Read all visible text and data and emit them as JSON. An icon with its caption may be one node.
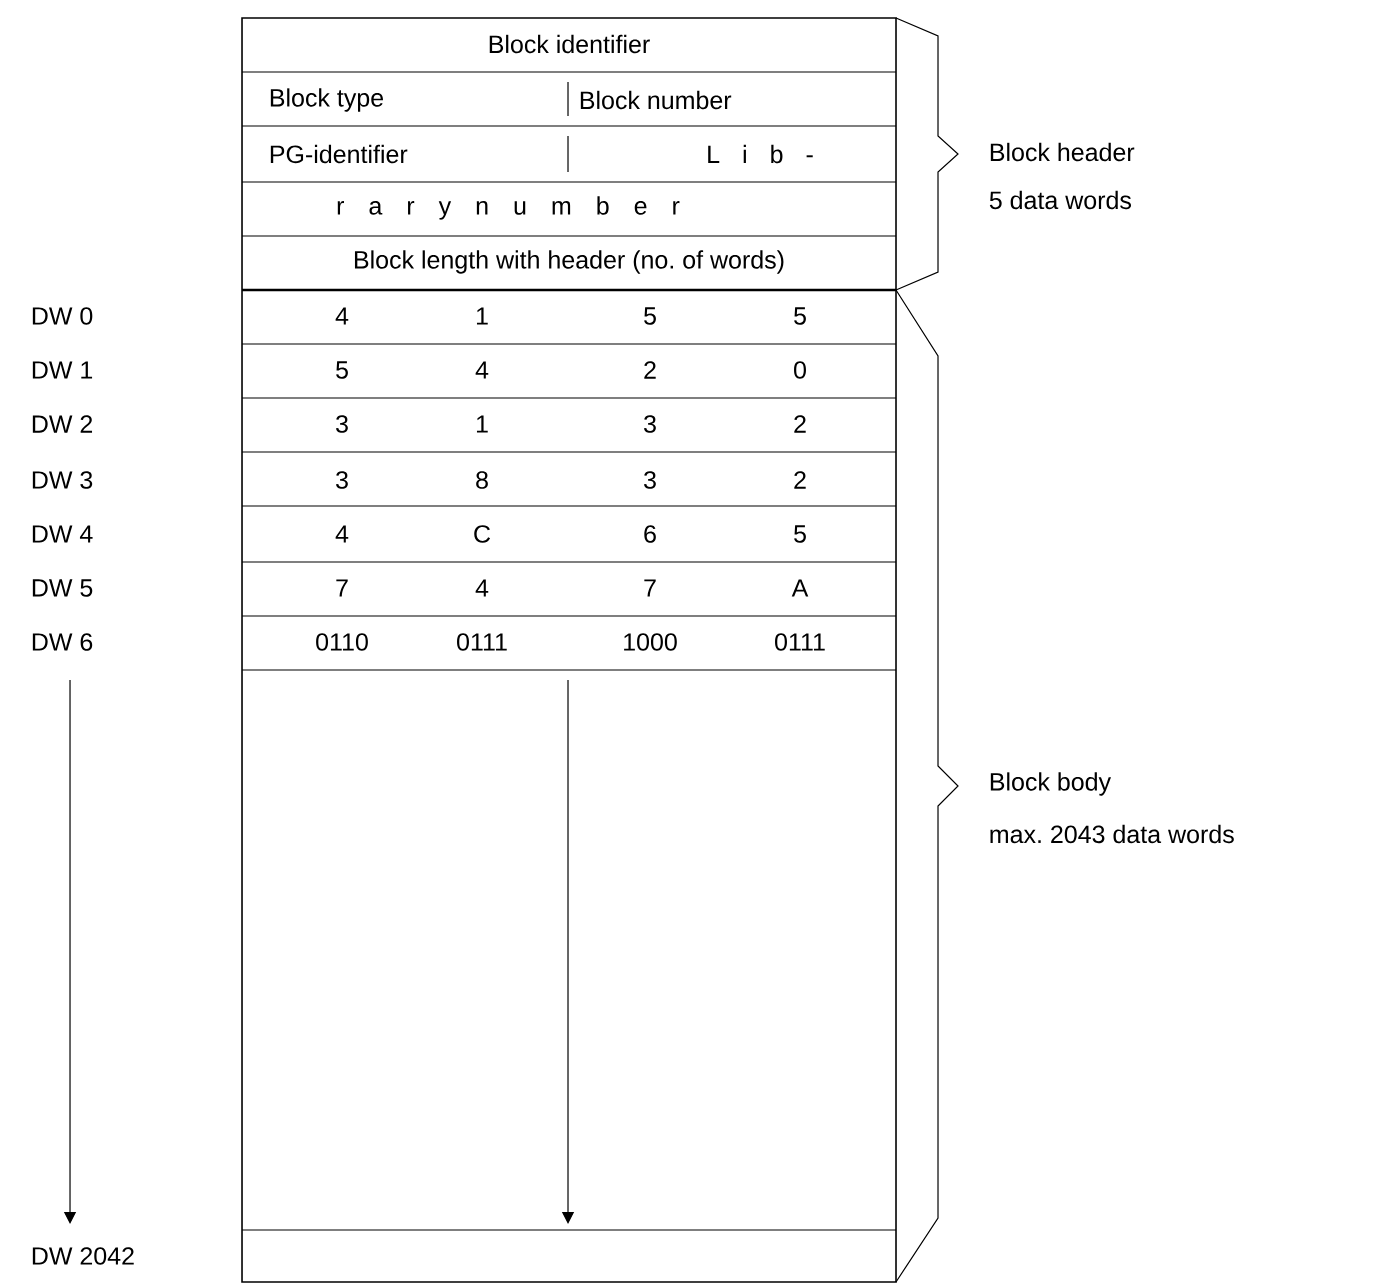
{
  "diagram": {
    "labels": [
      "Block identifier",
      "Block type",
      "Block number",
      "PG-identifier",
      "L i b -",
      "Block header",
      "r a r y n u m b e r",
      "5 data words",
      "Block length with header (no. of words)",
      "DW 0",
      "4",
      "1",
      "5",
      "5",
      "DW 1",
      "5",
      "4",
      "2",
      "0",
      "DW 2",
      "3",
      "1",
      "3",
      "2",
      "DW 3",
      "3",
      "8",
      "3",
      "2",
      "DW 4",
      "4",
      "C",
      "6",
      "5",
      "DW 5",
      "7",
      "4",
      "7",
      "A",
      "DW 6",
      "0110",
      "0111",
      "1000",
      "0111",
      "Block body",
      "max. 2043 data words",
      "DW 2042"
    ]
  }
}
